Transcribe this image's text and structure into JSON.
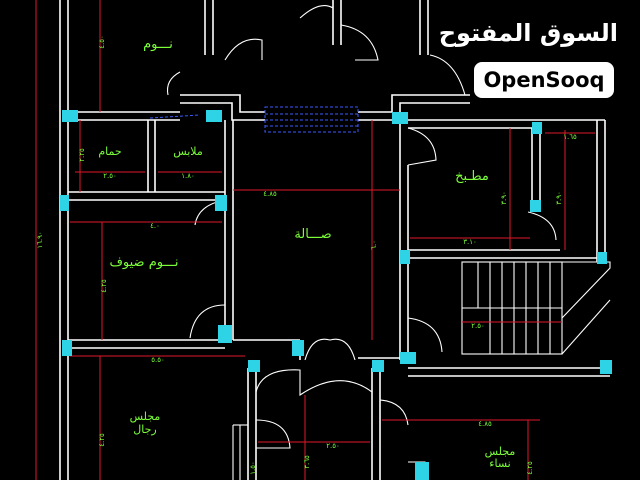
{
  "logo": {
    "arabic": "السوق المفتوح",
    "english": "OpenSooq"
  },
  "rooms": {
    "bedroom": "نـــوم",
    "bath": "حمام",
    "closet": "ملابس",
    "hall": "صـــالة",
    "kitchen": "مطـبخ",
    "guest_bedroom": "نـــوم ضيوف",
    "men_majlis_1": "مجلس",
    "men_majlis_2": "رجال",
    "women_majlis_1": "مجلس",
    "women_majlis_2": "نساء"
  },
  "dimensions": {
    "bath_width": "٢.٥٠",
    "bath_height": "٢.٢٥",
    "closet_width": "١.٨٠",
    "hall_width": "٤.٨٥",
    "hall_height": "٦.٠",
    "kitchen_width": "٣.١٠",
    "kitchen_height": "٣.٩٠",
    "pantry_width": "١.٦٥",
    "pantry_height": "٣.٩٠",
    "guest_width": "٤.٠",
    "guest_height": "٤.٢٥",
    "stair_dim": "٢.٥٠",
    "men_width": "٥.٥٠",
    "men_height": "٤.٢٥",
    "women_width": "٤.٨٥",
    "women_height": "٤.٢٥",
    "bottom_width": "٢.٥٠",
    "bottom_height": "٣.٦٥",
    "total_height": "١٦.٩٠",
    "bedroom_height": "٤.٥٠",
    "cut_dim": "١.٥٠"
  },
  "colors": {
    "background": "#000000",
    "walls": "#ffffff",
    "labels": "#7CFF3A",
    "dimension_lines": "#e0182a",
    "columns": "#2ed3e6",
    "window_hatch": "#3a5cff"
  }
}
